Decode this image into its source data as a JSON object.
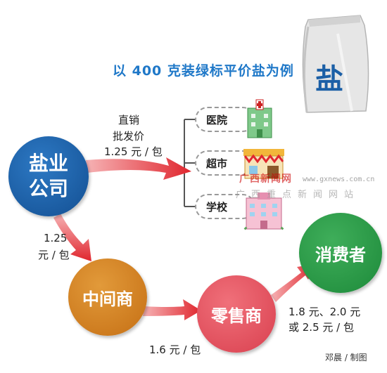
{
  "title": "以 400 克装绿标平价盐为例",
  "bag_label": "盐",
  "nodes": {
    "salt_company": [
      "盐业",
      "公司"
    ],
    "middleman": "中间商",
    "retailer": "零售商",
    "consumer": "消费者"
  },
  "destinations": [
    "医院",
    "超市",
    "学校"
  ],
  "direct": {
    "line1": "直销",
    "line2": "批发价",
    "price": "1.25 元 / 包"
  },
  "to_middleman": {
    "price": "1.25",
    "unit": "元 / 包"
  },
  "to_retailer": {
    "price": "1.6 元 / 包"
  },
  "to_consumer": {
    "line1": "1.8 元、2.0 元",
    "line2": "或 2.5 元 / 包"
  },
  "watermark": {
    "name": "广西新闻网",
    "url": "www.gxnews.com.cn",
    "slogan": "广西重点新闻网站"
  },
  "credit": "邓晨 / 制图",
  "colors": {
    "title": "#1f78c8",
    "arrow": "#e0262e",
    "salt_company": "#1b5fa6",
    "middleman": "#d98324",
    "retailer": "#e5505e",
    "consumer": "#2a9a45"
  }
}
